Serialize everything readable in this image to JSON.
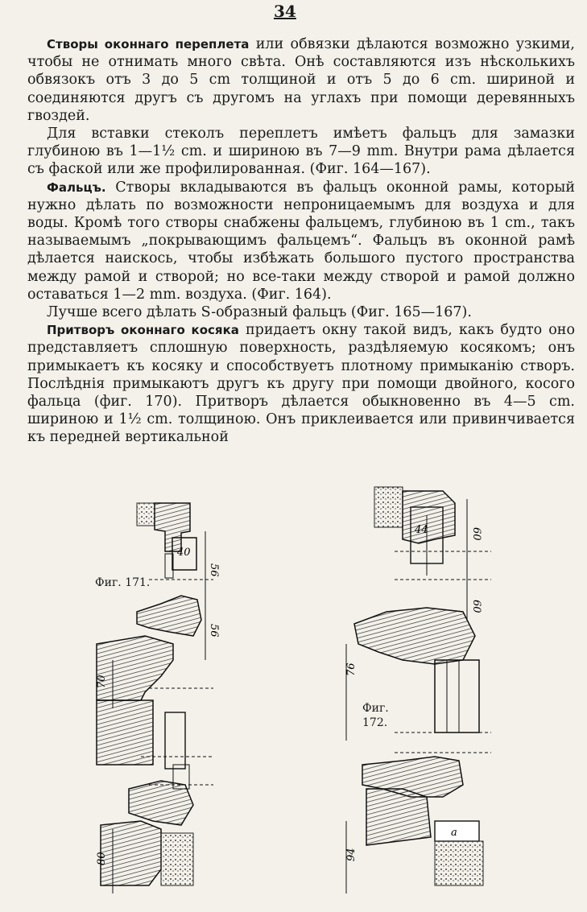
{
  "page_number": "34",
  "paragraphs": [
    {
      "lead": "Створы оконнаго переплета",
      "text": " или обвязки дѣлаются возможно узкими, чтобы не отнимать много свѣта. Онѣ составляются изъ нѣсколькихъ обвязокъ отъ 3 до 5 cm толщиной и отъ 5 до 6 cm. шириной и соединяются другъ съ другомъ на углахъ при помощи деревянныхъ гвоздей."
    },
    {
      "lead": "",
      "text": "Для вставки стеколъ переплетъ имѣетъ фальцъ для замазки глубиною въ 1—1½ cm. и шириною въ 7—9 mm. Внутри рама дѣлается съ фаской или же профилированная. (Фиг. 164—167)."
    },
    {
      "lead": "Фальцъ.",
      "text": " Створы вкладываются въ фальцъ оконной рамы, который нужно дѣлать по возможности непроницаемымъ для воздуха и для воды. Кромѣ того створы снабжены фальцемъ, глубиною въ 1 cm., такъ называемымъ „покрывающимъ фальцемъ“. Фальцъ въ оконной рамѣ дѣлается наискось, чтобы избѣжать большого пустого пространства между рамой и створой; но все-таки между створой и рамой должно оставаться 1—2 mm. воздуха. (Фиг. 164)."
    },
    {
      "lead": "",
      "text": "Лучше всего дѣлать S-образный фальцъ (Фиг. 165—167).",
      "italic_prefix": "Лучше всего"
    },
    {
      "lead": "Притворъ оконнаго косяка",
      "text": " придаетъ окну такой видъ, какъ будто оно представляетъ сплошную поверхность, раздѣляемую косякомъ; онъ примыкаетъ къ косяку и способствуетъ плотному примыканію створъ. Послѣднія примыкаютъ другъ къ другу при помощи двойного, косого фальца (фиг. 170). Притворъ дѣлается обыкновенно въ 4—5 cm. шириною и 1½ cm. толщиною. Онъ приклеивается или привинчивается къ передней вертикальной"
    }
  ],
  "figures": {
    "fig171": {
      "label": "Фиг. 171.",
      "dims": [
        "56",
        "56",
        "70",
        "80"
      ],
      "inner": "40"
    },
    "fig172": {
      "label_line1": "Фиг.",
      "label_line2": "172.",
      "dims": [
        "60",
        "60",
        "76",
        "94"
      ],
      "inner": "44",
      "letter": "a"
    }
  }
}
